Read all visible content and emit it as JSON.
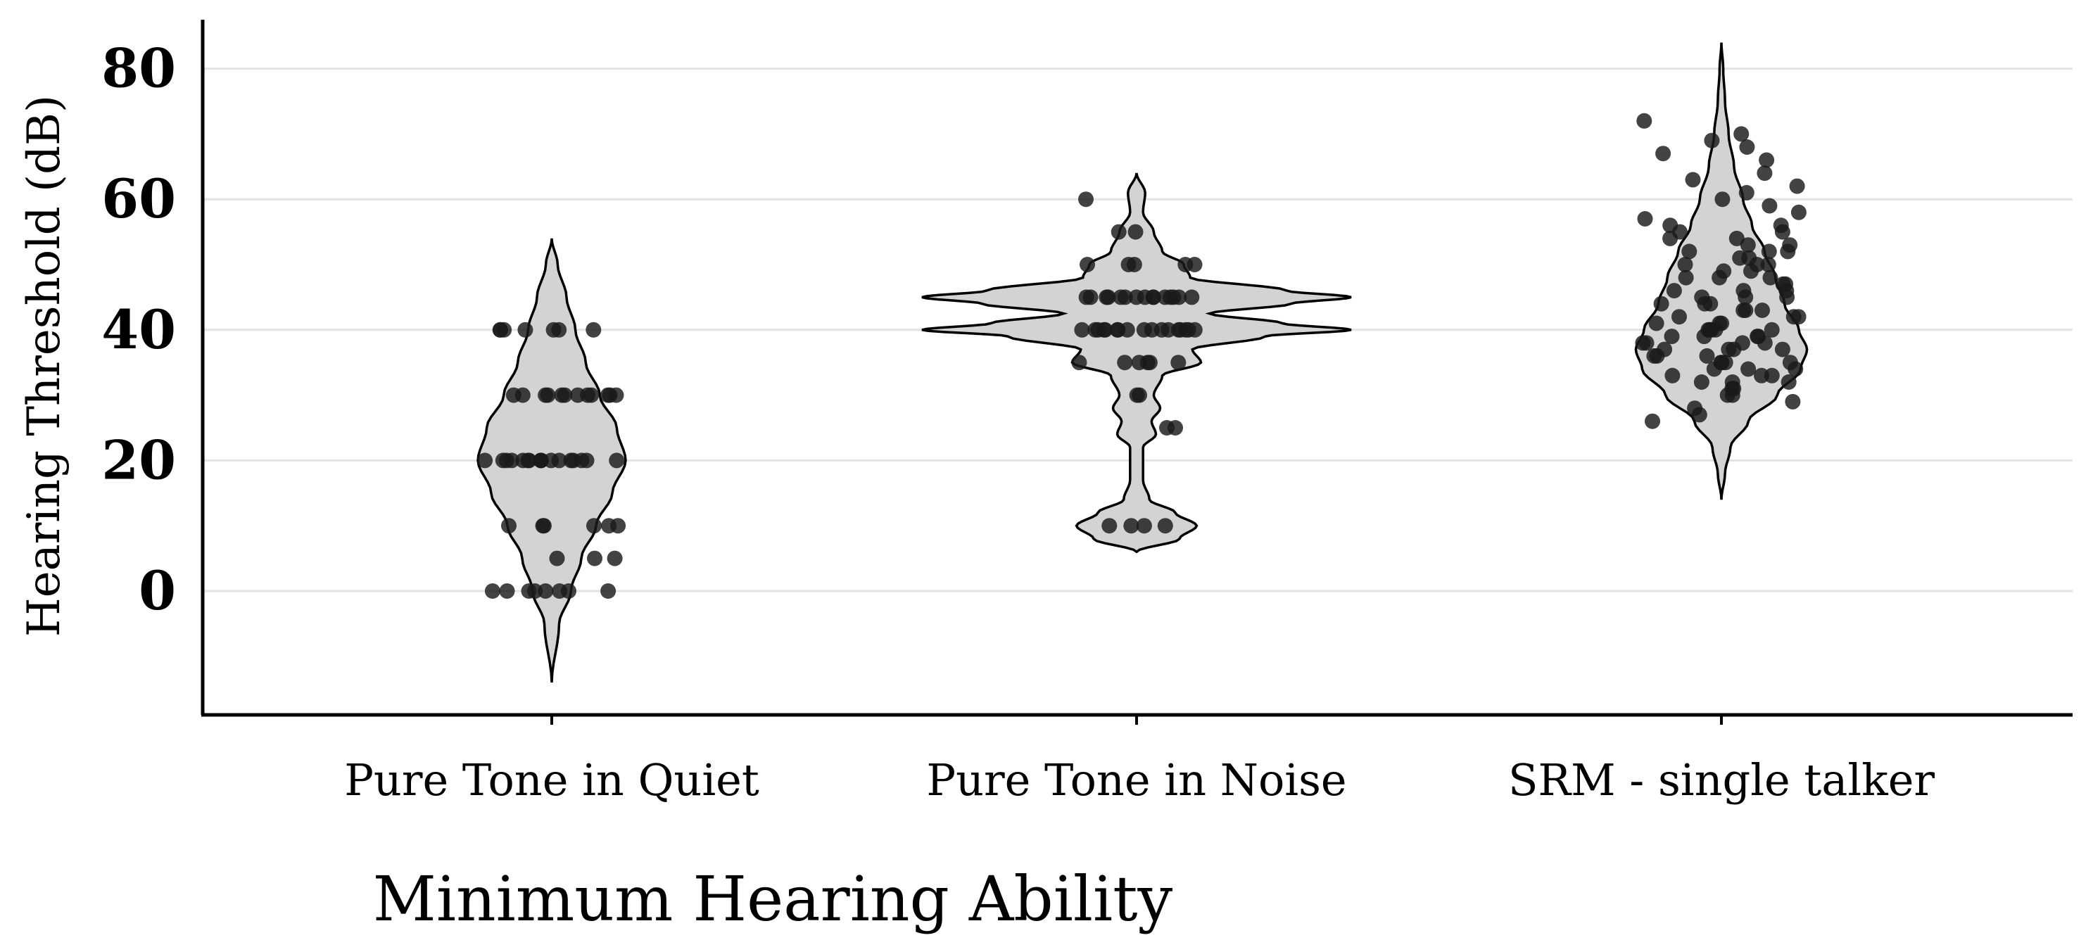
{
  "chart_data": {
    "type": "violin",
    "title": "",
    "xlabel": "Minimum Hearing Ability",
    "ylabel": "Hearing Threshold (dB)",
    "ylim": [
      -19,
      88
    ],
    "yticks": [
      0,
      20,
      40,
      60,
      80
    ],
    "grid": "horizontal",
    "categories": [
      "Pure Tone in Quiet",
      "Pure Tone in Noise",
      "SRM - single talker"
    ],
    "colors": {
      "violin_fill": "#d3d3d3",
      "violin_stroke": "#000000",
      "point": "#1a1a1a",
      "grid": "#e3e3e3"
    },
    "series": [
      {
        "category": "Pure Tone in Quiet",
        "range": [
          -14,
          54
        ],
        "density": [
          [
            -14,
            0
          ],
          [
            -5,
            0.1
          ],
          [
            0,
            0.26
          ],
          [
            5,
            0.4
          ],
          [
            10,
            0.6
          ],
          [
            15,
            0.82
          ],
          [
            20,
            1.0
          ],
          [
            25,
            0.88
          ],
          [
            30,
            0.65
          ],
          [
            35,
            0.46
          ],
          [
            40,
            0.32
          ],
          [
            45,
            0.2
          ],
          [
            50,
            0.08
          ],
          [
            54,
            0
          ]
        ],
        "points": [
          0,
          0,
          0,
          0,
          0,
          0,
          0,
          0,
          5,
          5,
          5,
          10,
          10,
          10,
          10,
          10,
          10,
          20,
          20,
          20,
          20,
          20,
          20,
          20,
          20,
          20,
          20,
          20,
          20,
          20,
          20,
          20,
          20,
          20,
          30,
          30,
          30,
          30,
          30,
          30,
          30,
          30,
          30,
          30,
          30,
          30,
          40,
          40,
          40,
          40,
          40,
          40,
          40
        ]
      },
      {
        "category": "Pure Tone in Noise",
        "range": [
          6,
          64
        ],
        "density": [
          [
            6,
            0
          ],
          [
            8,
            0.2
          ],
          [
            10,
            0.28
          ],
          [
            12,
            0.18
          ],
          [
            14,
            0.06
          ],
          [
            17,
            0.03
          ],
          [
            22,
            0.03
          ],
          [
            24,
            0.09
          ],
          [
            26,
            0.07
          ],
          [
            28,
            0.11
          ],
          [
            30,
            0.08
          ],
          [
            33,
            0.12
          ],
          [
            35,
            0.3
          ],
          [
            37,
            0.26
          ],
          [
            39,
            0.6
          ],
          [
            40,
            1.0
          ],
          [
            41,
            0.68
          ],
          [
            42.5,
            0.34
          ],
          [
            44,
            0.72
          ],
          [
            45,
            1.0
          ],
          [
            46,
            0.7
          ],
          [
            48,
            0.25
          ],
          [
            50,
            0.22
          ],
          [
            52,
            0.12
          ],
          [
            55,
            0.08
          ],
          [
            58,
            0.03
          ],
          [
            61,
            0.04
          ],
          [
            64,
            0
          ]
        ],
        "points": [
          10,
          10,
          10,
          10,
          25,
          25,
          30,
          30,
          35,
          35,
          35,
          35,
          35,
          35,
          40,
          40,
          40,
          40,
          40,
          40,
          40,
          40,
          40,
          40,
          40,
          40,
          40,
          40,
          40,
          40,
          40,
          45,
          45,
          45,
          45,
          45,
          45,
          45,
          45,
          45,
          45,
          45,
          45,
          45,
          45,
          45,
          50,
          50,
          50,
          50,
          50,
          55,
          55,
          60
        ]
      },
      {
        "category": "SRM - single talker",
        "range": [
          14,
          84
        ],
        "density": [
          [
            14,
            0
          ],
          [
            18,
            0.04
          ],
          [
            22,
            0.1
          ],
          [
            26,
            0.3
          ],
          [
            30,
            0.62
          ],
          [
            34,
            0.88
          ],
          [
            37,
            0.95
          ],
          [
            40,
            0.86
          ],
          [
            44,
            0.7
          ],
          [
            48,
            0.6
          ],
          [
            52,
            0.48
          ],
          [
            56,
            0.34
          ],
          [
            60,
            0.24
          ],
          [
            65,
            0.14
          ],
          [
            70,
            0.08
          ],
          [
            75,
            0.04
          ],
          [
            80,
            0.02
          ],
          [
            84,
            0
          ]
        ],
        "points": [
          26,
          27,
          28,
          29,
          30,
          30,
          31,
          31,
          32,
          32,
          32,
          33,
          33,
          33,
          34,
          34,
          34,
          35,
          35,
          35,
          35,
          36,
          36,
          36,
          37,
          37,
          37,
          37,
          38,
          38,
          38,
          38,
          39,
          39,
          39,
          39,
          40,
          40,
          40,
          40,
          40,
          41,
          41,
          41,
          42,
          42,
          42,
          43,
          43,
          43,
          44,
          44,
          44,
          45,
          45,
          45,
          46,
          46,
          46,
          47,
          47,
          48,
          48,
          48,
          49,
          49,
          50,
          50,
          50,
          51,
          51,
          52,
          52,
          52,
          53,
          53,
          54,
          54,
          55,
          55,
          56,
          56,
          57,
          58,
          59,
          60,
          61,
          62,
          63,
          64,
          66,
          67,
          68,
          69,
          70,
          72
        ]
      }
    ]
  }
}
